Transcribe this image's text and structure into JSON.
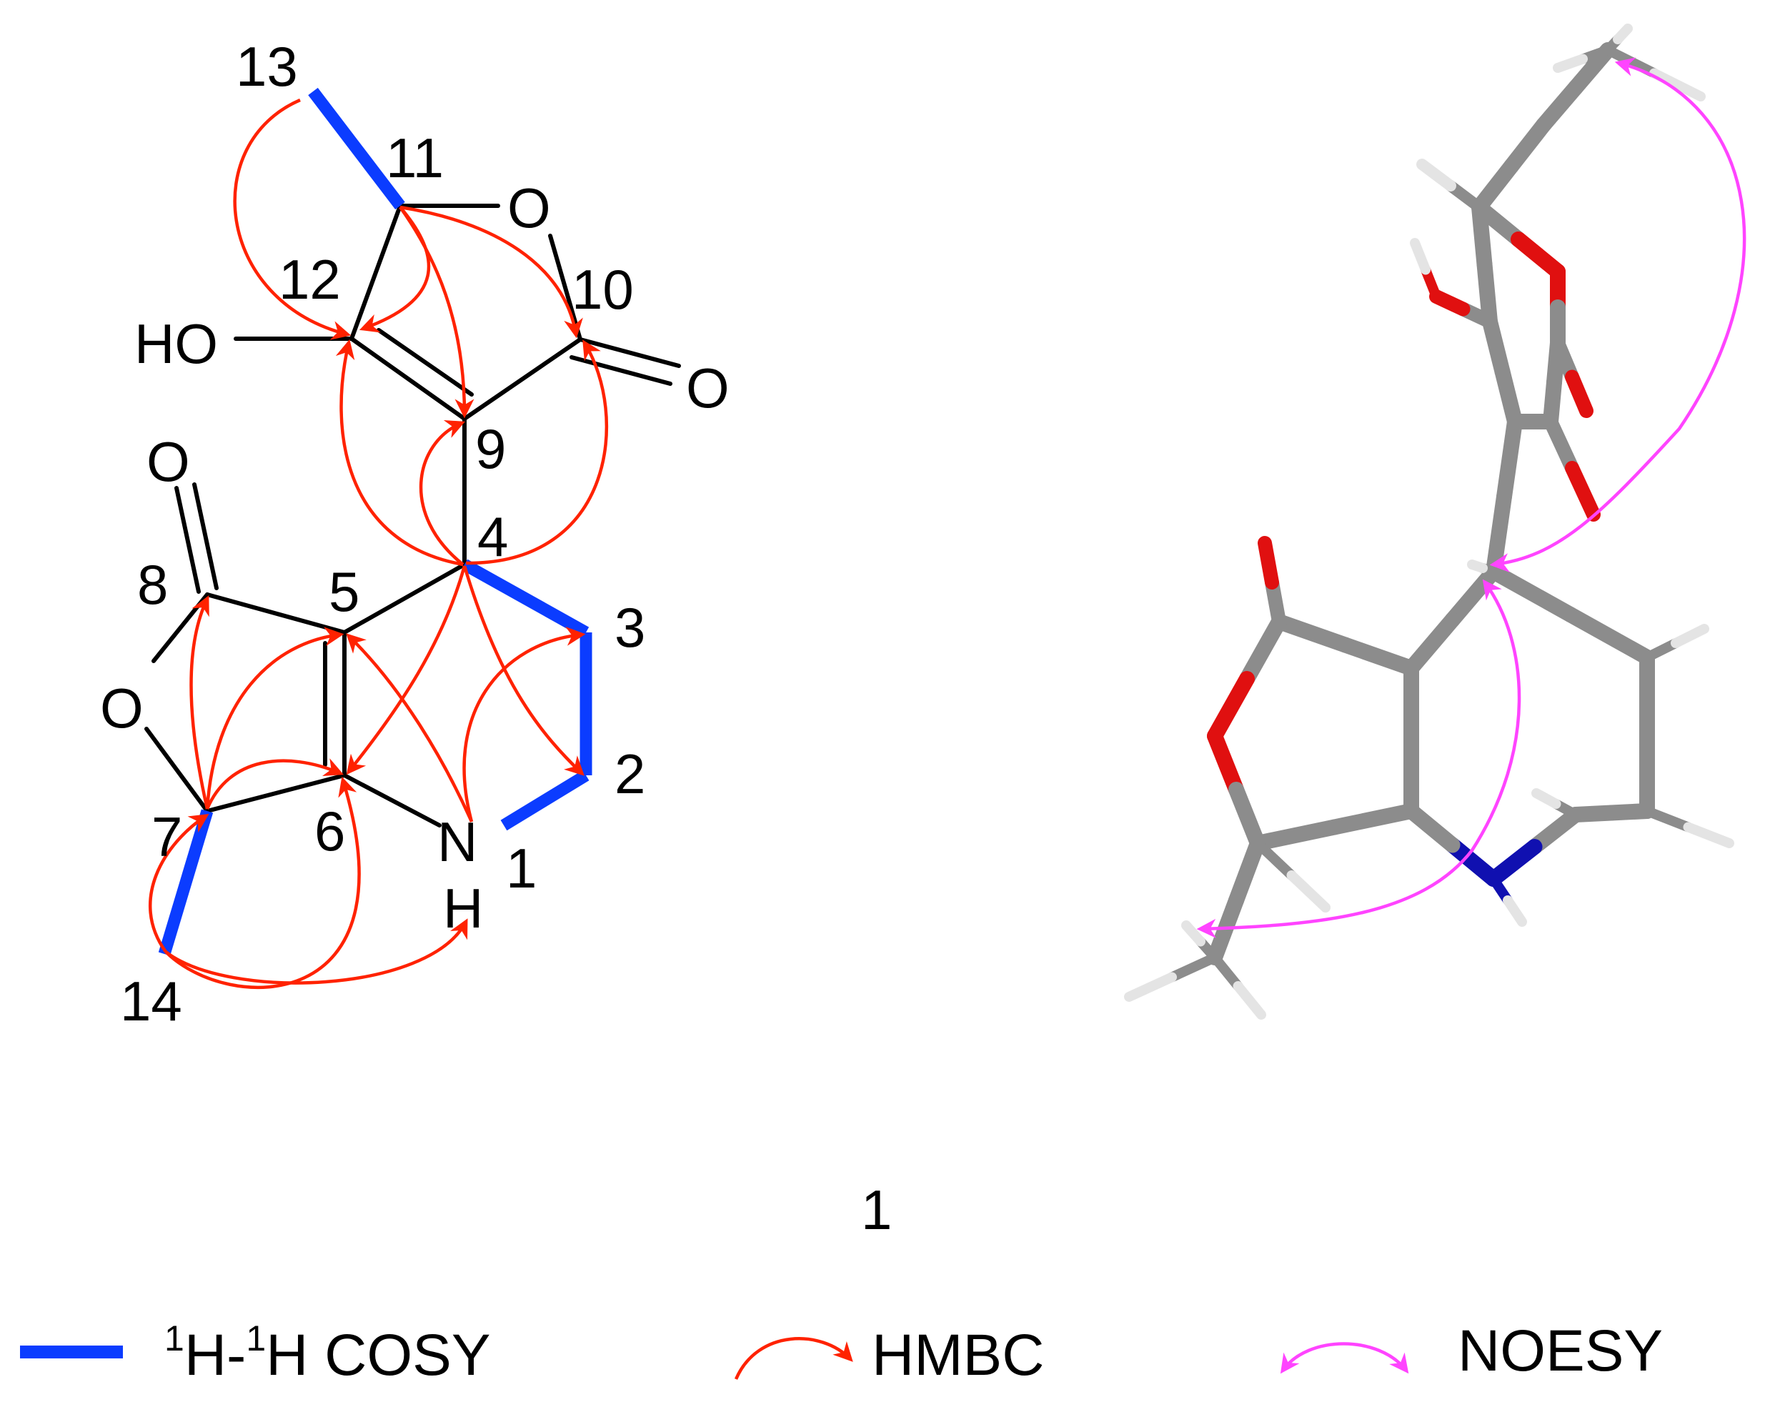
{
  "structure": {
    "atom_labels": {
      "c13": "13",
      "c11": "11",
      "o_ring": "O",
      "c10": "10",
      "c12": "12",
      "ho": "HO",
      "o_carbonyl10": "O",
      "c9": "9",
      "o_carbonyl8": "O",
      "c4": "4",
      "c8": "8",
      "c5": "5",
      "c3": "3",
      "o_ring2": "O",
      "c2": "2",
      "c7": "7",
      "c6": "6",
      "n": "N",
      "n1": "1",
      "h": "H",
      "c14": "14"
    },
    "compound_number": "1"
  },
  "legend": {
    "cosy_sup1": "1",
    "cosy_h1": "H-",
    "cosy_sup2": "1",
    "cosy_h2": "H COSY",
    "hmbc": "HMBC",
    "noesy": "NOESY"
  },
  "colors": {
    "cosy": "#0b3cff",
    "hmbc": "#ff2200",
    "noesy": "#ff44ff",
    "carbon": "#8c8c8c",
    "oxygen": "#e01010",
    "nitrogen": "#1010b0",
    "hydrogen": "#e4e4e4"
  }
}
